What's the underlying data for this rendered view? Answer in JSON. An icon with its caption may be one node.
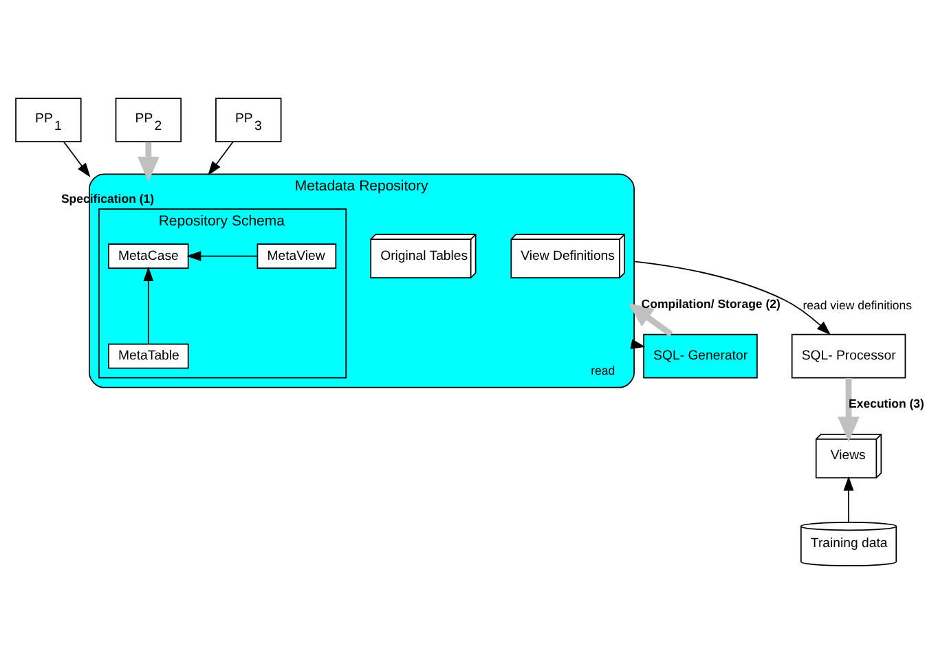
{
  "diagram": {
    "nodes": [
      {
        "text": [
          "PP$_{1}$"
        ]
      },
      {
        "text": [
          "PP$_{2}$"
        ]
      },
      {
        "text": [
          "PP$_{3}$"
        ]
      },
      {
        "text": [
          "Metadata Repository"
        ]
      },
      {
        "text": [
          "Repository Schema"
        ],
        "in": 3
      },
      {
        "text": [
          "MetaCase"
        ],
        "in": 4
      },
      {
        "text": [
          "MetaView"
        ],
        "in": 4
      },
      {
        "text": [
          "MetaTable"
        ],
        "in": 4
      },
      {
        "text": [
          "Original Tables"
        ],
        "in": 3
      },
      {
        "text": [
          "View Definitions"
        ],
        "in": 3
      },
      {
        "text": [
          "SQL- Generator"
        ]
      },
      {
        "text": [
          "SQL- Processor"
        ]
      },
      {
        "text": [
          "Views"
        ]
      },
      {
        "text": [
          "Training data"
        ]
      }
    ],
    "edges": [
      {
        "from": 0,
        "to": 3,
        "arrow": "to"
      },
      {
        "from": 1,
        "to": 3,
        "arrow": "to",
        "label": "Specification (1)",
        "style": "thick",
        "color": "#c0c0c0"
      },
      {
        "from": 2,
        "to": 3,
        "arrow": "to"
      },
      {
        "from": 6,
        "to": 5,
        "arrow": "to"
      },
      {
        "from": 7,
        "to": 5,
        "arrow": "to"
      },
      {
        "from": 3,
        "to": 10,
        "arrow": "to",
        "label": "read"
      },
      {
        "from": 10,
        "to": 3,
        "arrow": "to",
        "label": "Compilation/ Storage (2)",
        "style": "thick",
        "color": "#c0c0c0"
      },
      {
        "from": 3,
        "to": 11,
        "arrow": "to",
        "label": "read view definitions"
      },
      {
        "from": 11,
        "to": 12,
        "arrow": "to",
        "label": "Execution (3)",
        "style": "thick",
        "color": "#c0c0c0"
      },
      {
        "from": 13,
        "to": 12,
        "arrow": "to"
      }
    ]
  }
}
